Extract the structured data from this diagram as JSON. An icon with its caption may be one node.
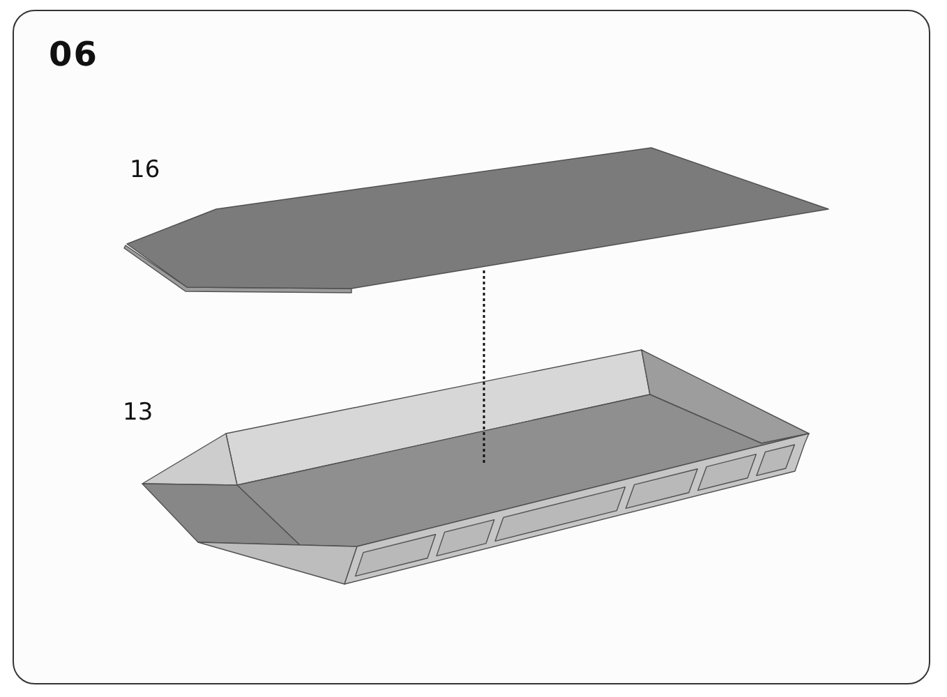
{
  "diagram": {
    "title": "06",
    "nodes": [
      {
        "text": [],
        "shape": "picture",
        "beside": [
          "16"
        ]
      },
      {
        "text": [],
        "shape": "picture",
        "beside": [
          "13"
        ]
      }
    ],
    "edges": [
      {
        "from": 0,
        "to": 1,
        "arrow": "none",
        "style": "dashed"
      }
    ]
  }
}
